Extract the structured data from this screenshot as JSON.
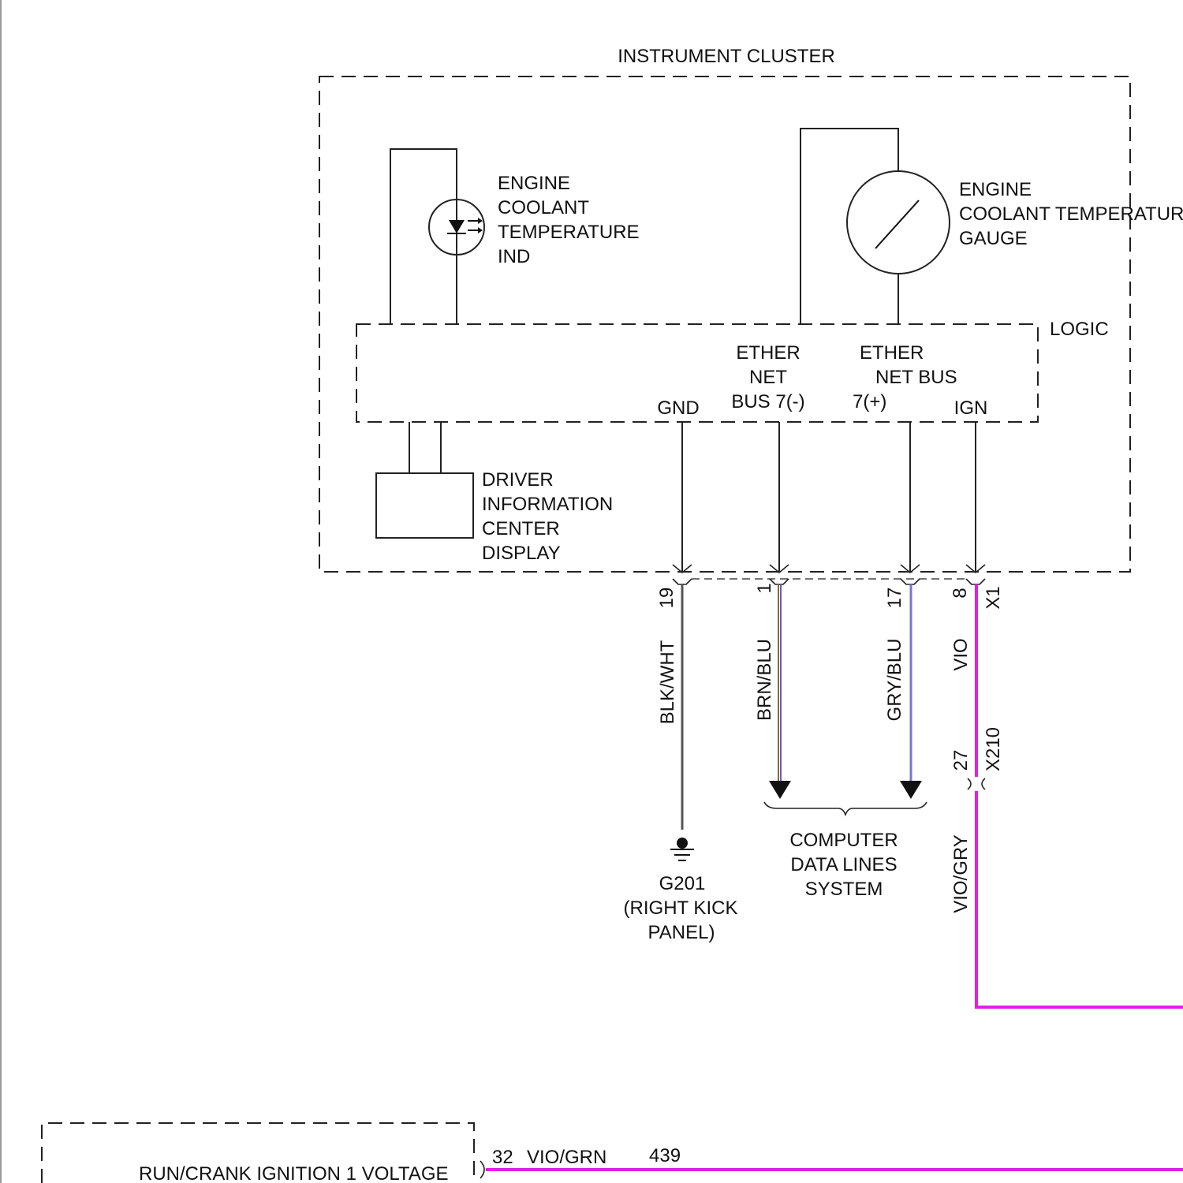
{
  "colors": {
    "line": "#222222",
    "blk_wht": "#555555",
    "brn_blu_a": "#8b6b2e",
    "brn_blu_b": "#6a5acd",
    "gry_blu": "#7777cc",
    "vio": "#e020e0",
    "left_edge": "#9a9a9a"
  },
  "instrument_cluster": {
    "title": "INSTRUMENT CLUSTER",
    "indicator_label": [
      "ENGINE",
      "COOLANT",
      "TEMPERATURE",
      "IND"
    ],
    "gauge_label": [
      "ENGINE",
      "COOLANT TEMPERATURE",
      "GAUGE"
    ],
    "logic_label": "LOGIC",
    "dic_label": [
      "DRIVER",
      "INFORMATION",
      "CENTER",
      "DISPLAY"
    ],
    "pins": {
      "gnd": "GND",
      "ether_minus": [
        "ETHER",
        "NET",
        "BUS 7(-)"
      ],
      "ether_plus": [
        "ETHER",
        "NET BUS",
        "7(+)"
      ],
      "ign": "IGN"
    },
    "connector": "X1"
  },
  "wires": {
    "gnd": {
      "pin": "19",
      "color": "BLK/WHT"
    },
    "ether_minus": {
      "pin": "1",
      "color": "BRN/BLU"
    },
    "ether_plus": {
      "pin": "17",
      "color": "GRY/BLU"
    },
    "ign": {
      "pin": "8",
      "color": "VIO"
    },
    "inline": {
      "pin": "27",
      "connector": "X210",
      "color": "VIO/GRY"
    }
  },
  "ground": {
    "name": "G201",
    "location": [
      "(RIGHT KICK",
      "PANEL)"
    ]
  },
  "data_lines": [
    "COMPUTER",
    "DATA LINES",
    "SYSTEM"
  ],
  "bottom": {
    "module_label": "RUN/CRANK IGNITION 1 VOLTAGE",
    "pin": "32",
    "color": "VIO/GRN",
    "circuit": "439"
  }
}
